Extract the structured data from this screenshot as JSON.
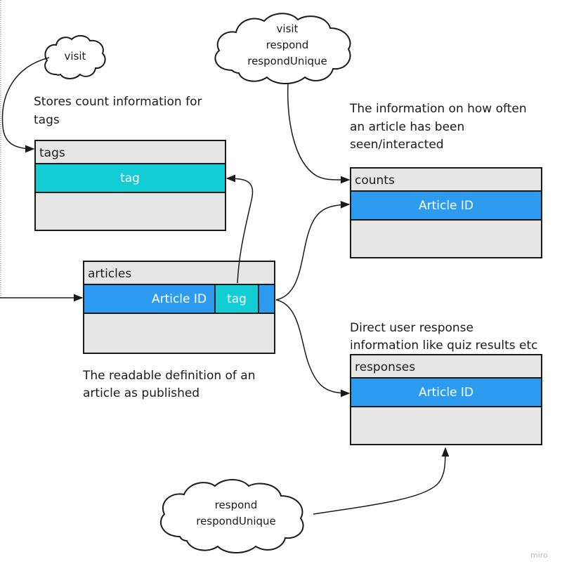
{
  "colors": {
    "table_fill": "#e6e6e6",
    "border": "#1a1a1a",
    "key_field": "#2d9bf0",
    "tag_field": "#12cdd4"
  },
  "tables": {
    "tags": {
      "title": "tags",
      "field": "tag"
    },
    "counts": {
      "title": "counts",
      "field": "Article ID"
    },
    "articles": {
      "title": "articles",
      "field": "Article ID",
      "tag_field": "tag"
    },
    "responses": {
      "title": "responses",
      "field": "Article ID"
    }
  },
  "notes": {
    "tags": [
      "Stores count information for",
      "tags"
    ],
    "counts": [
      "The information on how often",
      "an article has been",
      "seen/interacted"
    ],
    "articles": [
      "The readable definition of an",
      "article as published"
    ],
    "responses": [
      "Direct user response",
      "information like quiz results etc"
    ]
  },
  "clouds": {
    "tags_events": [
      "visit"
    ],
    "counts_events": [
      "visit",
      "respond",
      "respondUnique"
    ],
    "responses_events": [
      "respond",
      "respondUnique"
    ]
  },
  "watermark": "miro"
}
